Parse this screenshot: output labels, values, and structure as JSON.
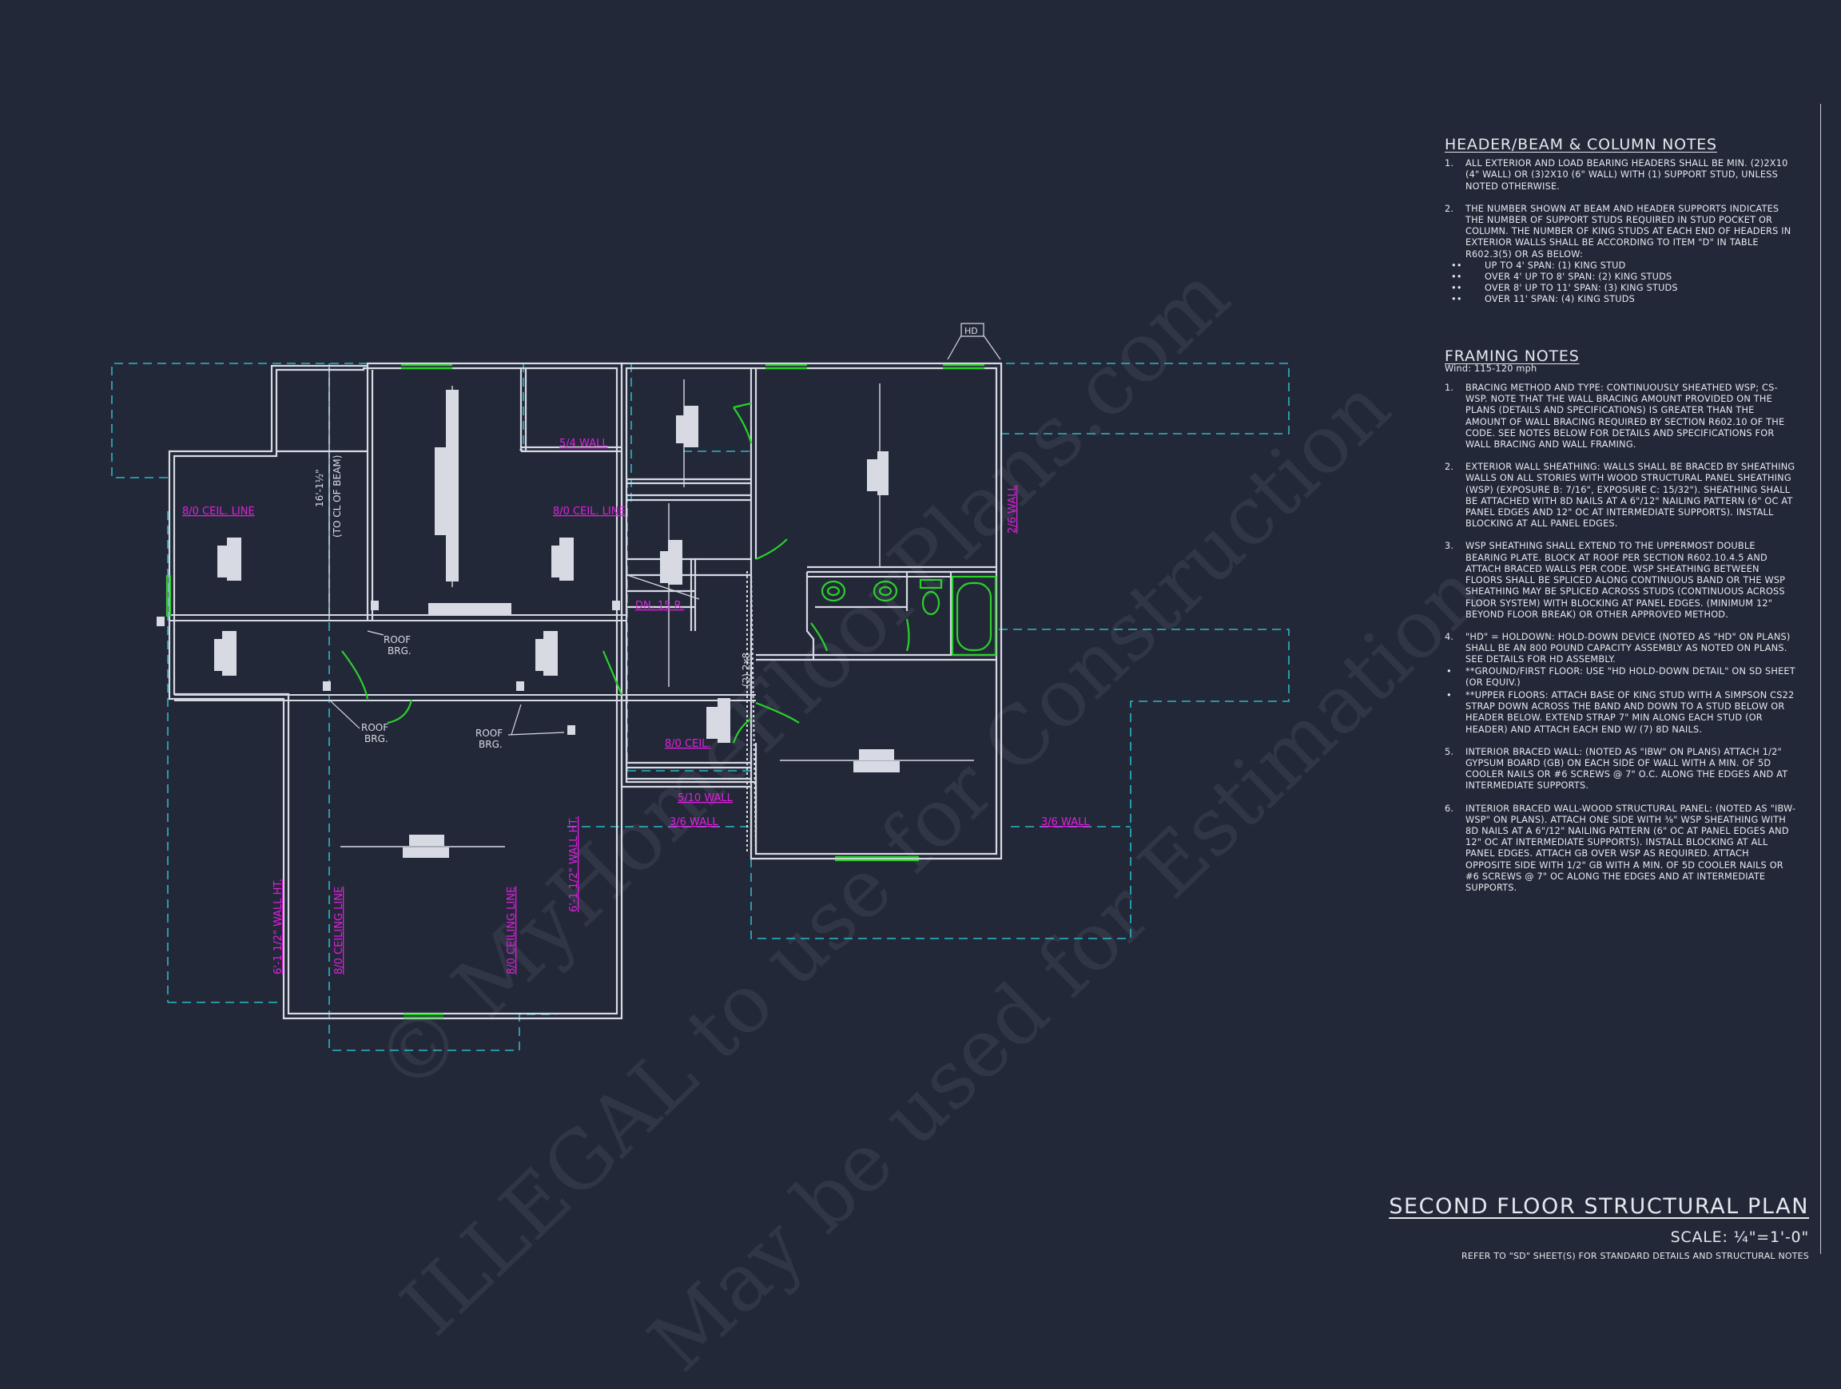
{
  "drawing": {
    "title": "SECOND FLOOR STRUCTURAL PLAN",
    "scale": "SCALE: ¼\"=1'-0\"",
    "reference": "REFER TO \"SD\" SHEET(S) FOR STANDARD DETAILS AND STRUCTURAL NOTES"
  },
  "header_notes": {
    "title": "HEADER/BEAM & COLUMN NOTES",
    "items": [
      {
        "num": "1.",
        "text": "ALL EXTERIOR AND LOAD BEARING HEADERS SHALL BE MIN. (2)2x10 (4\" WALL) OR (3)2x10 (6\" WALL) WITH (1) SUPPORT STUD, UNLESS NOTED OTHERWISE."
      },
      {
        "num": "2.",
        "text": "THE NUMBER SHOWN AT BEAM AND HEADER SUPPORTS INDICATES THE NUMBER OF SUPPORT STUDS REQUIRED IN STUD POCKET OR COLUMN. THE NUMBER OF KING STUDS AT EACH END OF HEADERS IN EXTERIOR WALLS SHALL BE ACCORDING TO ITEM \"d\" IN TABLE R602.3(5) OR AS BELOW:"
      }
    ],
    "bullets": [
      "UP TO 4' SPAN: (1) KING STUD",
      "OVER 4' UP TO 8' SPAN: (2) KING STUDS",
      "OVER 8' UP TO 11' SPAN: (3) KING STUDS",
      "OVER 11' SPAN: (4) KING STUDS"
    ],
    "bullet_mark": "••"
  },
  "framing_notes": {
    "title": "FRAMING NOTES",
    "wind": "Wind: 115-120 mph",
    "items": [
      {
        "num": "1.",
        "text": "BRACING METHOD AND TYPE: CONTINUOUSLY SHEATHED WSP; CS-WSP. NOTE THAT THE WALL BRACING AMOUNT PROVIDED ON THE PLANS (DETAILS AND SPECIFICATIONS) IS GREATER THAN THE AMOUNT OF WALL BRACING REQUIRED BY SECTION R602.10 OF THE CODE. SEE NOTES BELOW FOR DETAILS AND SPECIFICATIONS FOR WALL BRACING AND WALL FRAMING."
      },
      {
        "num": "2.",
        "text": "EXTERIOR WALL SHEATHING: WALLS SHALL BE BRACED BY SHEATHING WALLS ON ALL STORIES WITH WOOD STRUCTURAL PANEL SHEATHING (WSP) (EXPOSURE B: 7/16\", EXPOSURE C: 15/32\"). SHEATHING SHALL BE ATTACHED WITH 8d NAILS AT A 6\"/12\" NAILING PATTERN (6\" OC AT PANEL EDGES AND 12\" OC AT INTERMEDIATE SUPPORTS). INSTALL BLOCKING AT ALL PANEL EDGES."
      },
      {
        "num": "3.",
        "text": "WSP SHEATHING SHALL EXTEND TO THE UPPERMOST DOUBLE BEARING PLATE. BLOCK AT ROOF PER SECTION R602.10.4.5 AND ATTACH BRACED WALLS PER CODE. WSP SHEATHING BETWEEN FLOORS SHALL BE SPLICED ALONG CONTINUOUS BAND OR THE WSP SHEATHING MAY BE SPLICED ACROSS STUDS (CONTINUOUS ACROSS FLOOR SYSTEM) WITH BLOCKING AT PANEL EDGES. (MINIMUM 12\" BEYOND FLOOR BREAK) OR OTHER APPROVED METHOD."
      },
      {
        "num": "4.",
        "text": "\"HD\" = HOLDOWN: HOLD-DOWN DEVICE (NOTED AS \"HD\" ON PLANS) SHALL BE AN 800 POUND CAPACITY ASSEMBLY AS NOTED ON PLANS. SEE DETAILS FOR HD ASSEMBLY."
      }
    ],
    "sub_bullets": [
      "**GROUND/FIRST FLOOR: USE \"HD HOLD-DOWN DETAIL\" ON SD SHEET (OR EQUIV.)",
      "**UPPER FLOORS: ATTACH BASE OF KING STUD WITH A SIMPSON CS22 STRAP DOWN ACROSS THE BAND AND DOWN TO A STUD BELOW OR HEADER BELOW. EXTEND STRAP 7\" MIN ALONG EACH STUD (OR HEADER) AND ATTACH EACH END W/ (7) 8d NAILS."
    ],
    "sub_mark": "•",
    "items_after": [
      {
        "num": "5.",
        "text": "INTERIOR BRACED WALL: (NOTED AS \"IBW\" ON PLANS) ATTACH 1/2\" GYPSUM BOARD (GB) ON EACH SIDE OF WALL WITH A MIN. OF 5d COOLER NAILS OR #6 SCREWS @ 7\" O.C. ALONG THE EDGES AND AT INTERMEDIATE SUPPORTS."
      },
      {
        "num": "6.",
        "text": "INTERIOR BRACED WALL-WOOD STRUCTURAL PANEL: (NOTED AS \"IBW-WSP\" ON PLANS). ATTACH ONE SIDE WITH ⅜\" WSP SHEATHING WITH 8d NAILS AT A 6\"/12\" NAILING PATTERN (6\" OC AT PANEL EDGES AND 12\" OC AT INTERMEDIATE SUPPORTS). INSTALL BLOCKING AT ALL PANEL EDGES. ATTACH GB OVER WSP AS REQUIRED. ATTACH OPPOSITE SIDE WITH 1/2\" GB WITH A MIN. OF 5d COOLER NAILS OR #6 SCREWS @ 7\" OC ALONG THE EDGES AND AT INTERMEDIATE SUPPORTS."
      }
    ]
  },
  "plan_labels": {
    "ceil_left": "8/0 CEIL. LINE",
    "ceil_mid": "8/0 CEIL. LINE",
    "wall_54": "5/4 WALL",
    "beam_dim": "16'-1½\"",
    "beam_note": "(TO CL OF BEAM)",
    "wall_26": "2/6 WALL",
    "dn": "DN. 15 R.",
    "roof_brg_1a": "ROOF",
    "roof_brg_1b": "BRG.",
    "roof_brg_2a": "ROOF",
    "roof_brg_2b": "BRG.",
    "roof_brg_3a": "ROOF",
    "roof_brg_3b": "BRG.",
    "ceil_80": "8/0 CEIL.",
    "wall_510": "5/10 WALL",
    "wall_36a": "3/6 WALL",
    "wall_36b": "3/6 WALL",
    "stud_2x8": "(2) 2x8",
    "hd": "HD",
    "wall_ht_left": "6'-1 1/2\" WALL HT.",
    "wall_ht_right": "6'-1 1/2\" WALL HT.",
    "ceil_line_left": "8/0 CEILING LINE",
    "ceil_line_right": "8/0 CEILING LINE"
  },
  "watermark": {
    "line1": "© MyHomeFloorPlans.com",
    "line2": "ILLEGAL to use for Construction",
    "line3": "May be used for Estimation"
  },
  "colors": {
    "background": "#232838",
    "wall": "#d7dae3",
    "dashed": "#2bb8c4",
    "label": "#e020e0",
    "window": "#2ad12a",
    "text": "#e6e8ee"
  }
}
